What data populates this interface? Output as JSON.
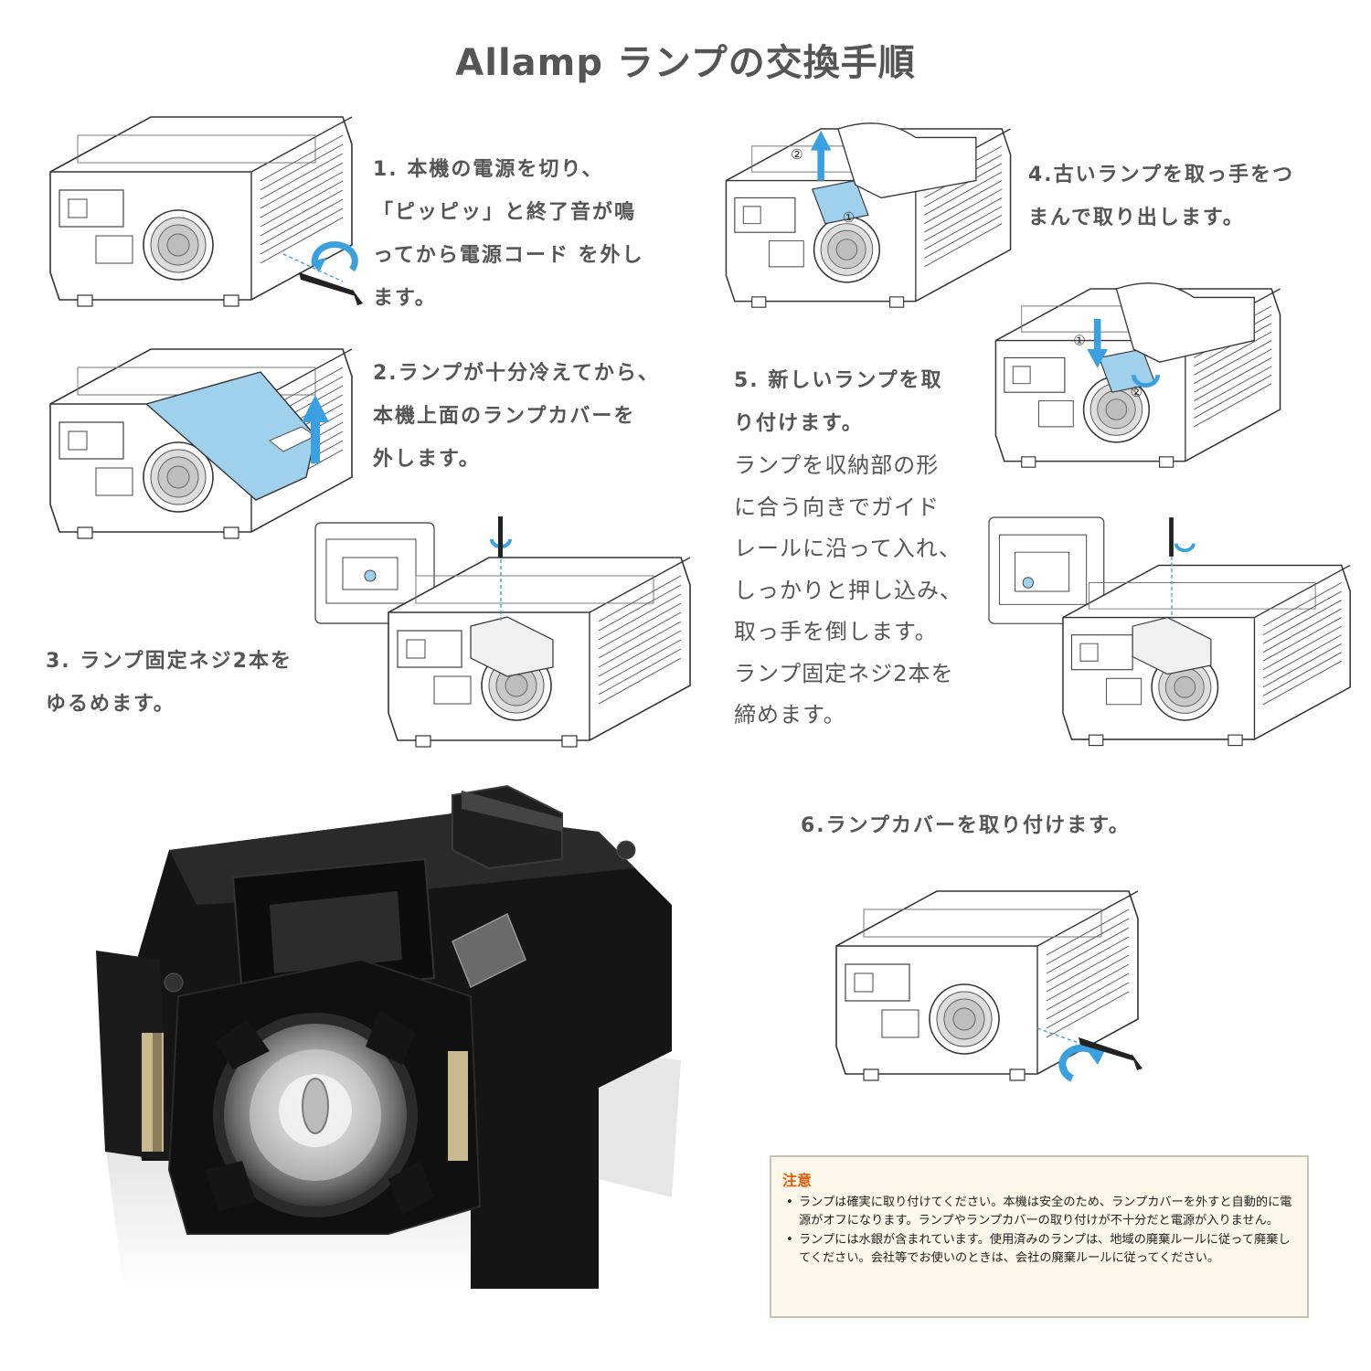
{
  "title": "Allamp ランプの交換手順",
  "steps": [
    {
      "text": "1. 本機の電源を切り、\n「ピッピッ」と終了音が鳴\nってから電源コード を外し\nます。"
    },
    {
      "text": "2.ランプが十分冷えてから、\n本機上面のランプカバーを\n外します。"
    },
    {
      "text": "3. ランプ固定ネジ2本を\nゆるめます。"
    },
    {
      "text": "4.古いランプを取っ手をつ\nまんで取り出します。"
    },
    {
      "heading": "5. 新しいランプを取\nり付けます。",
      "body": "ランプを収納部の形\nに合う向きでガイド\nレールに沿って入れ、\nしっかりと押し込み、\n取っ手を倒します。\nランプ固定ネジ2本を\n締めます。"
    },
    {
      "text": "6.ランプカバーを取り付けます。"
    }
  ],
  "notice": {
    "heading": "注意",
    "items": [
      "ランプは確実に取り付けてください。本機は安全のため、ランプカバーを外すと自動的に電源がオフになります。ランプやランプカバーの取り付けが不十分だと電源が入りません。",
      "ランプには水銀が含まれています。使用済みのランプは、地域の廃棄ルールに従って廃棄してください。会社等でお使いのときは、会社の廃棄ルールに従ってください。"
    ]
  },
  "colors": {
    "text": "#555555",
    "accent_blue": "#3aa0e0",
    "lamp_highlight": "#9fd0ec",
    "notice_heading": "#e25a0e",
    "notice_bg": "#fdf8ea"
  },
  "illustration_markers": [
    "①",
    "②"
  ]
}
